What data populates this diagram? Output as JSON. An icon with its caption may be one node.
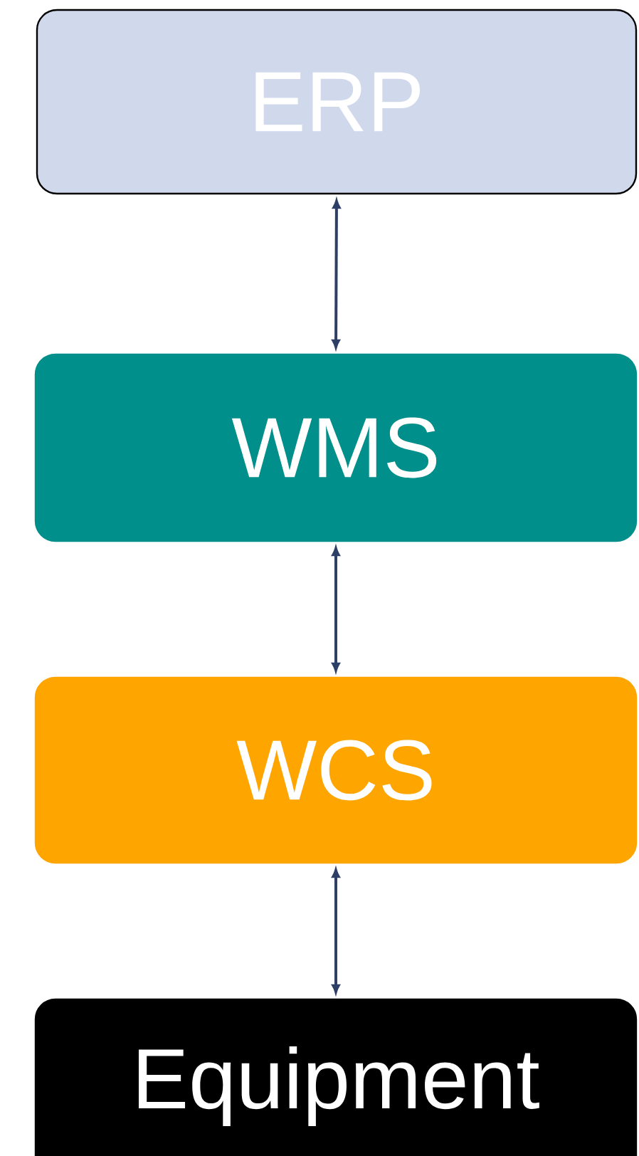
{
  "diagram": {
    "nodes": [
      {
        "text": [
          "ERP"
        ]
      },
      {
        "text": [
          "WMS"
        ]
      },
      {
        "text": [
          "WCS"
        ]
      },
      {
        "text": [
          "Equipment"
        ]
      }
    ],
    "edges": [
      {
        "from": 0,
        "to": 1,
        "arrow": "both"
      },
      {
        "from": 1,
        "to": 2,
        "arrow": "both"
      },
      {
        "from": 2,
        "to": 3,
        "arrow": "both"
      }
    ]
  }
}
